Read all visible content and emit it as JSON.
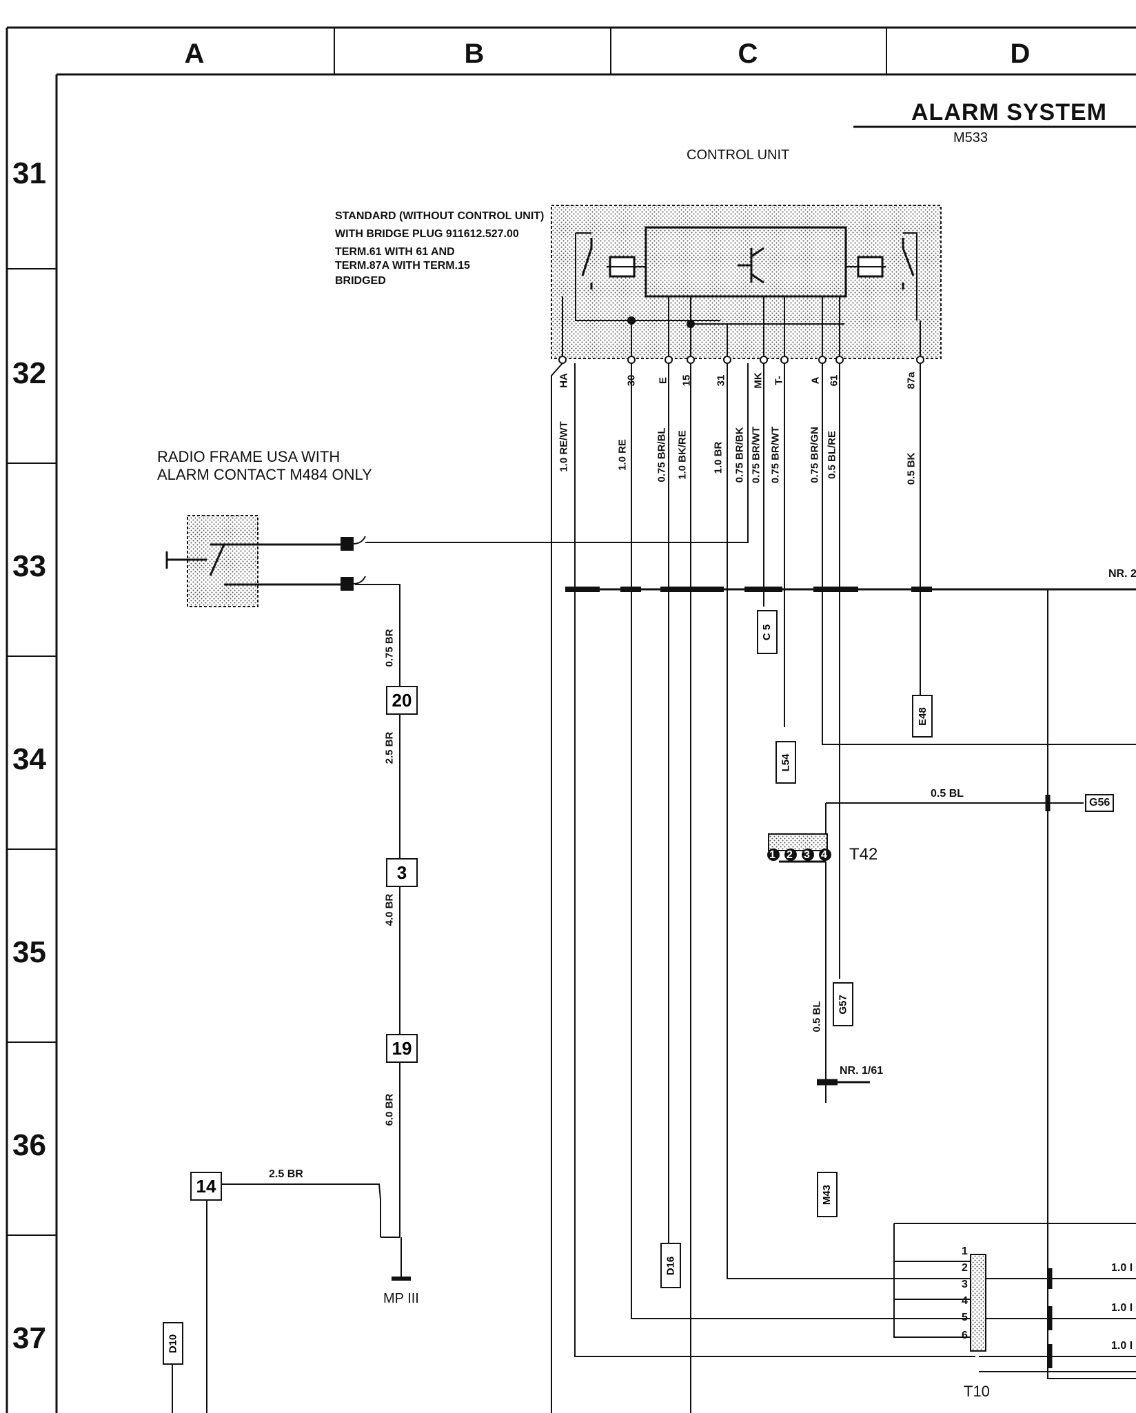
{
  "columns": [
    "A",
    "B",
    "C",
    "D"
  ],
  "rows": [
    "31",
    "32",
    "33",
    "34",
    "35",
    "36",
    "37"
  ],
  "title": "ALARM SYSTEM",
  "subtitle": "M533",
  "control_unit_label": "CONTROL UNIT",
  "standard_note": [
    "STANDARD (WITHOUT CONTROL UNIT)",
    "WITH BRIDGE PLUG 911612.527.00",
    "TERM.61 WITH 61 AND",
    "TERM.87A WITH TERM.15",
    "BRIDGED"
  ],
  "radio_note": [
    "RADIO FRAME USA WITH",
    "ALARM CONTACT  M484 ONLY"
  ],
  "terminals": [
    "HA",
    "30",
    "E",
    "15",
    "31",
    "MK",
    "T-",
    "A",
    "61",
    "87a"
  ],
  "wires": [
    "1.0 RE/WT",
    "1.0 RE",
    "0.75 BR/BL",
    "1.0 BK/RE",
    "1.0 BR",
    "0.75 BR/BK",
    "0.75 BR/WT",
    "0.75 BR/WT",
    "0.75 BR/GN",
    "0.5 BL/RE",
    "0.5 BK"
  ],
  "radio_wires": [
    "0.75 BR",
    "2.5 BR",
    "4.0 BR",
    "6.0 BR",
    "2.5 BR"
  ],
  "connectors": [
    "20",
    "3",
    "19",
    "14"
  ],
  "ground": "MP III",
  "refs": [
    "C 5",
    "L54",
    "E48",
    "G57",
    "M43",
    "D16",
    "D10",
    "G56"
  ],
  "t42": {
    "label": "T42",
    "pins": [
      "1",
      "2",
      "3",
      "4"
    ]
  },
  "t10": {
    "label": "T10",
    "pins": [
      "1",
      "2",
      "3",
      "4",
      "5",
      "6"
    ]
  },
  "splice_labels": [
    "NR. 2",
    "NR. 1/61"
  ],
  "misc_wires": [
    "0.5 BL",
    "0.5 BL",
    "1.0 I",
    "1.0 I",
    "1.0 I"
  ]
}
